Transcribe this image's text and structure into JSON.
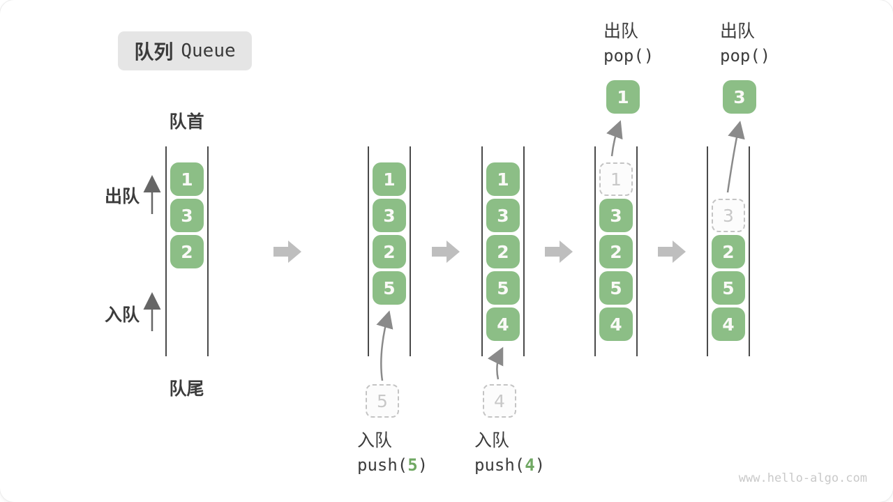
{
  "title": {
    "zh": "队列",
    "en": "Queue"
  },
  "labels": {
    "front": "队首",
    "rear": "队尾",
    "dequeue": "出队",
    "enqueue": "入队"
  },
  "queue_states": [
    {
      "slots": [
        "1",
        "3",
        "2"
      ]
    },
    {
      "slots": [
        "1",
        "3",
        "2",
        "5"
      ],
      "staged": "5"
    },
    {
      "slots": [
        "1",
        "3",
        "2",
        "5",
        "4"
      ],
      "staged": "4"
    },
    {
      "slots": [
        "1",
        "3",
        "2",
        "5",
        "4"
      ],
      "popped": "1"
    },
    {
      "slots": [
        "",
        "3",
        "2",
        "5",
        "4"
      ],
      "popped": "3"
    }
  ],
  "operations": [
    {
      "action": "入队",
      "fn_open": "push(",
      "arg": "5",
      "fn_close": ")"
    },
    {
      "action": "入队",
      "fn_open": "push(",
      "arg": "4",
      "fn_close": ")"
    },
    {
      "action": "出队",
      "fn": "pop()"
    },
    {
      "action": "出队",
      "fn": "pop()"
    }
  ],
  "watermark": "www.hello-algo.com",
  "colors": {
    "element_green": "#8CBE86",
    "accent_green": "#70A863",
    "block_arrow_gray": "#BEBEBE",
    "dashed_gray": "#C4C4C4",
    "text_dark": "#3C3C3C",
    "rail_dark": "#4A4A4A",
    "title_bg": "#E5E5E5",
    "watermark_gray": "#C9C9C9"
  }
}
